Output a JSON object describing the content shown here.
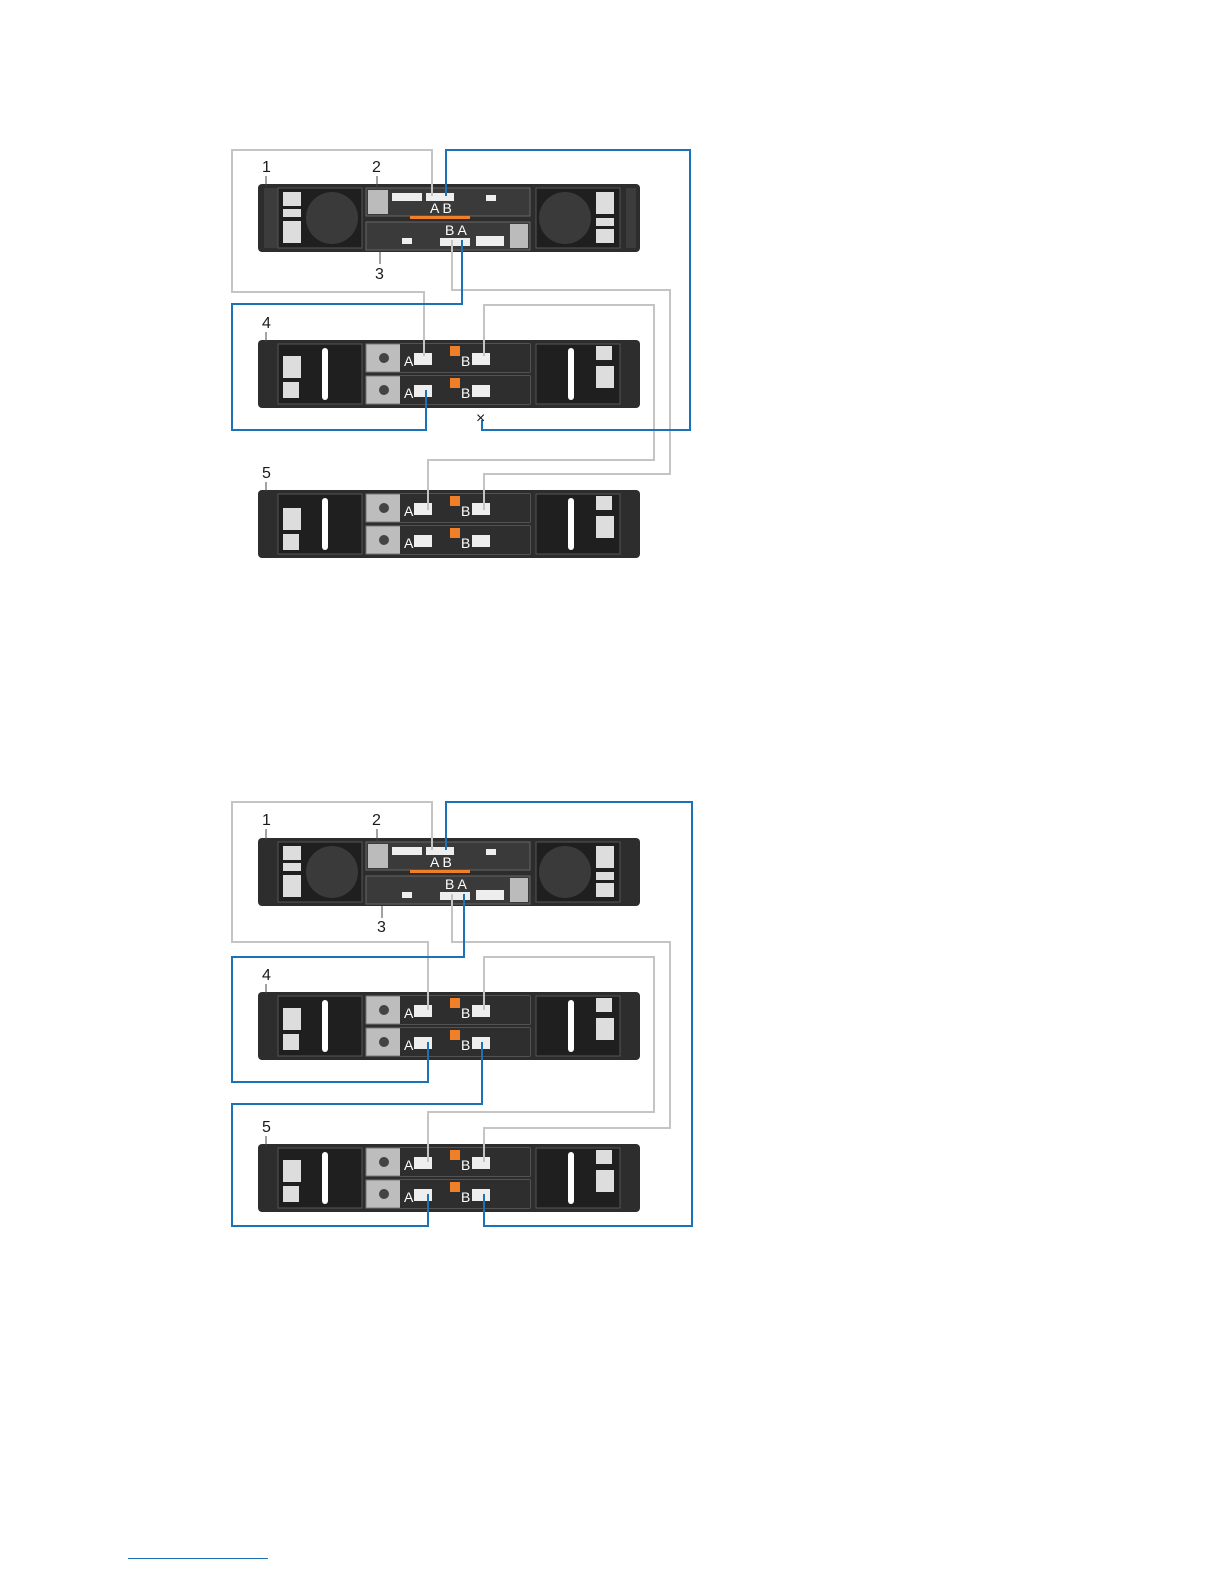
{
  "figures": [
    {
      "id": "figure-1",
      "callouts": [
        "1",
        "2",
        "3",
        "4",
        "5"
      ],
      "controller_port_labels": {
        "top_module": "A B",
        "bottom_module": "B A"
      },
      "enclosure_port_labels": {
        "a": "A",
        "b": "B"
      },
      "disconnected_marker": "×"
    },
    {
      "id": "figure-2",
      "callouts": [
        "1",
        "2",
        "3",
        "4",
        "5"
      ],
      "controller_port_labels": {
        "top_module": "A B",
        "bottom_module": "B A"
      },
      "enclosure_port_labels": {
        "a": "A",
        "b": "B"
      }
    }
  ],
  "colors": {
    "cable_primary": "#c4c4c4",
    "cable_redundant": "#1a73b8",
    "chassis": "#2d2d2d",
    "chassis_bezel": "#3c3c3c",
    "module_panel": "#bdbdbd",
    "accent_orange": "#f07f2a",
    "footer_rule": "#1a73b8"
  }
}
